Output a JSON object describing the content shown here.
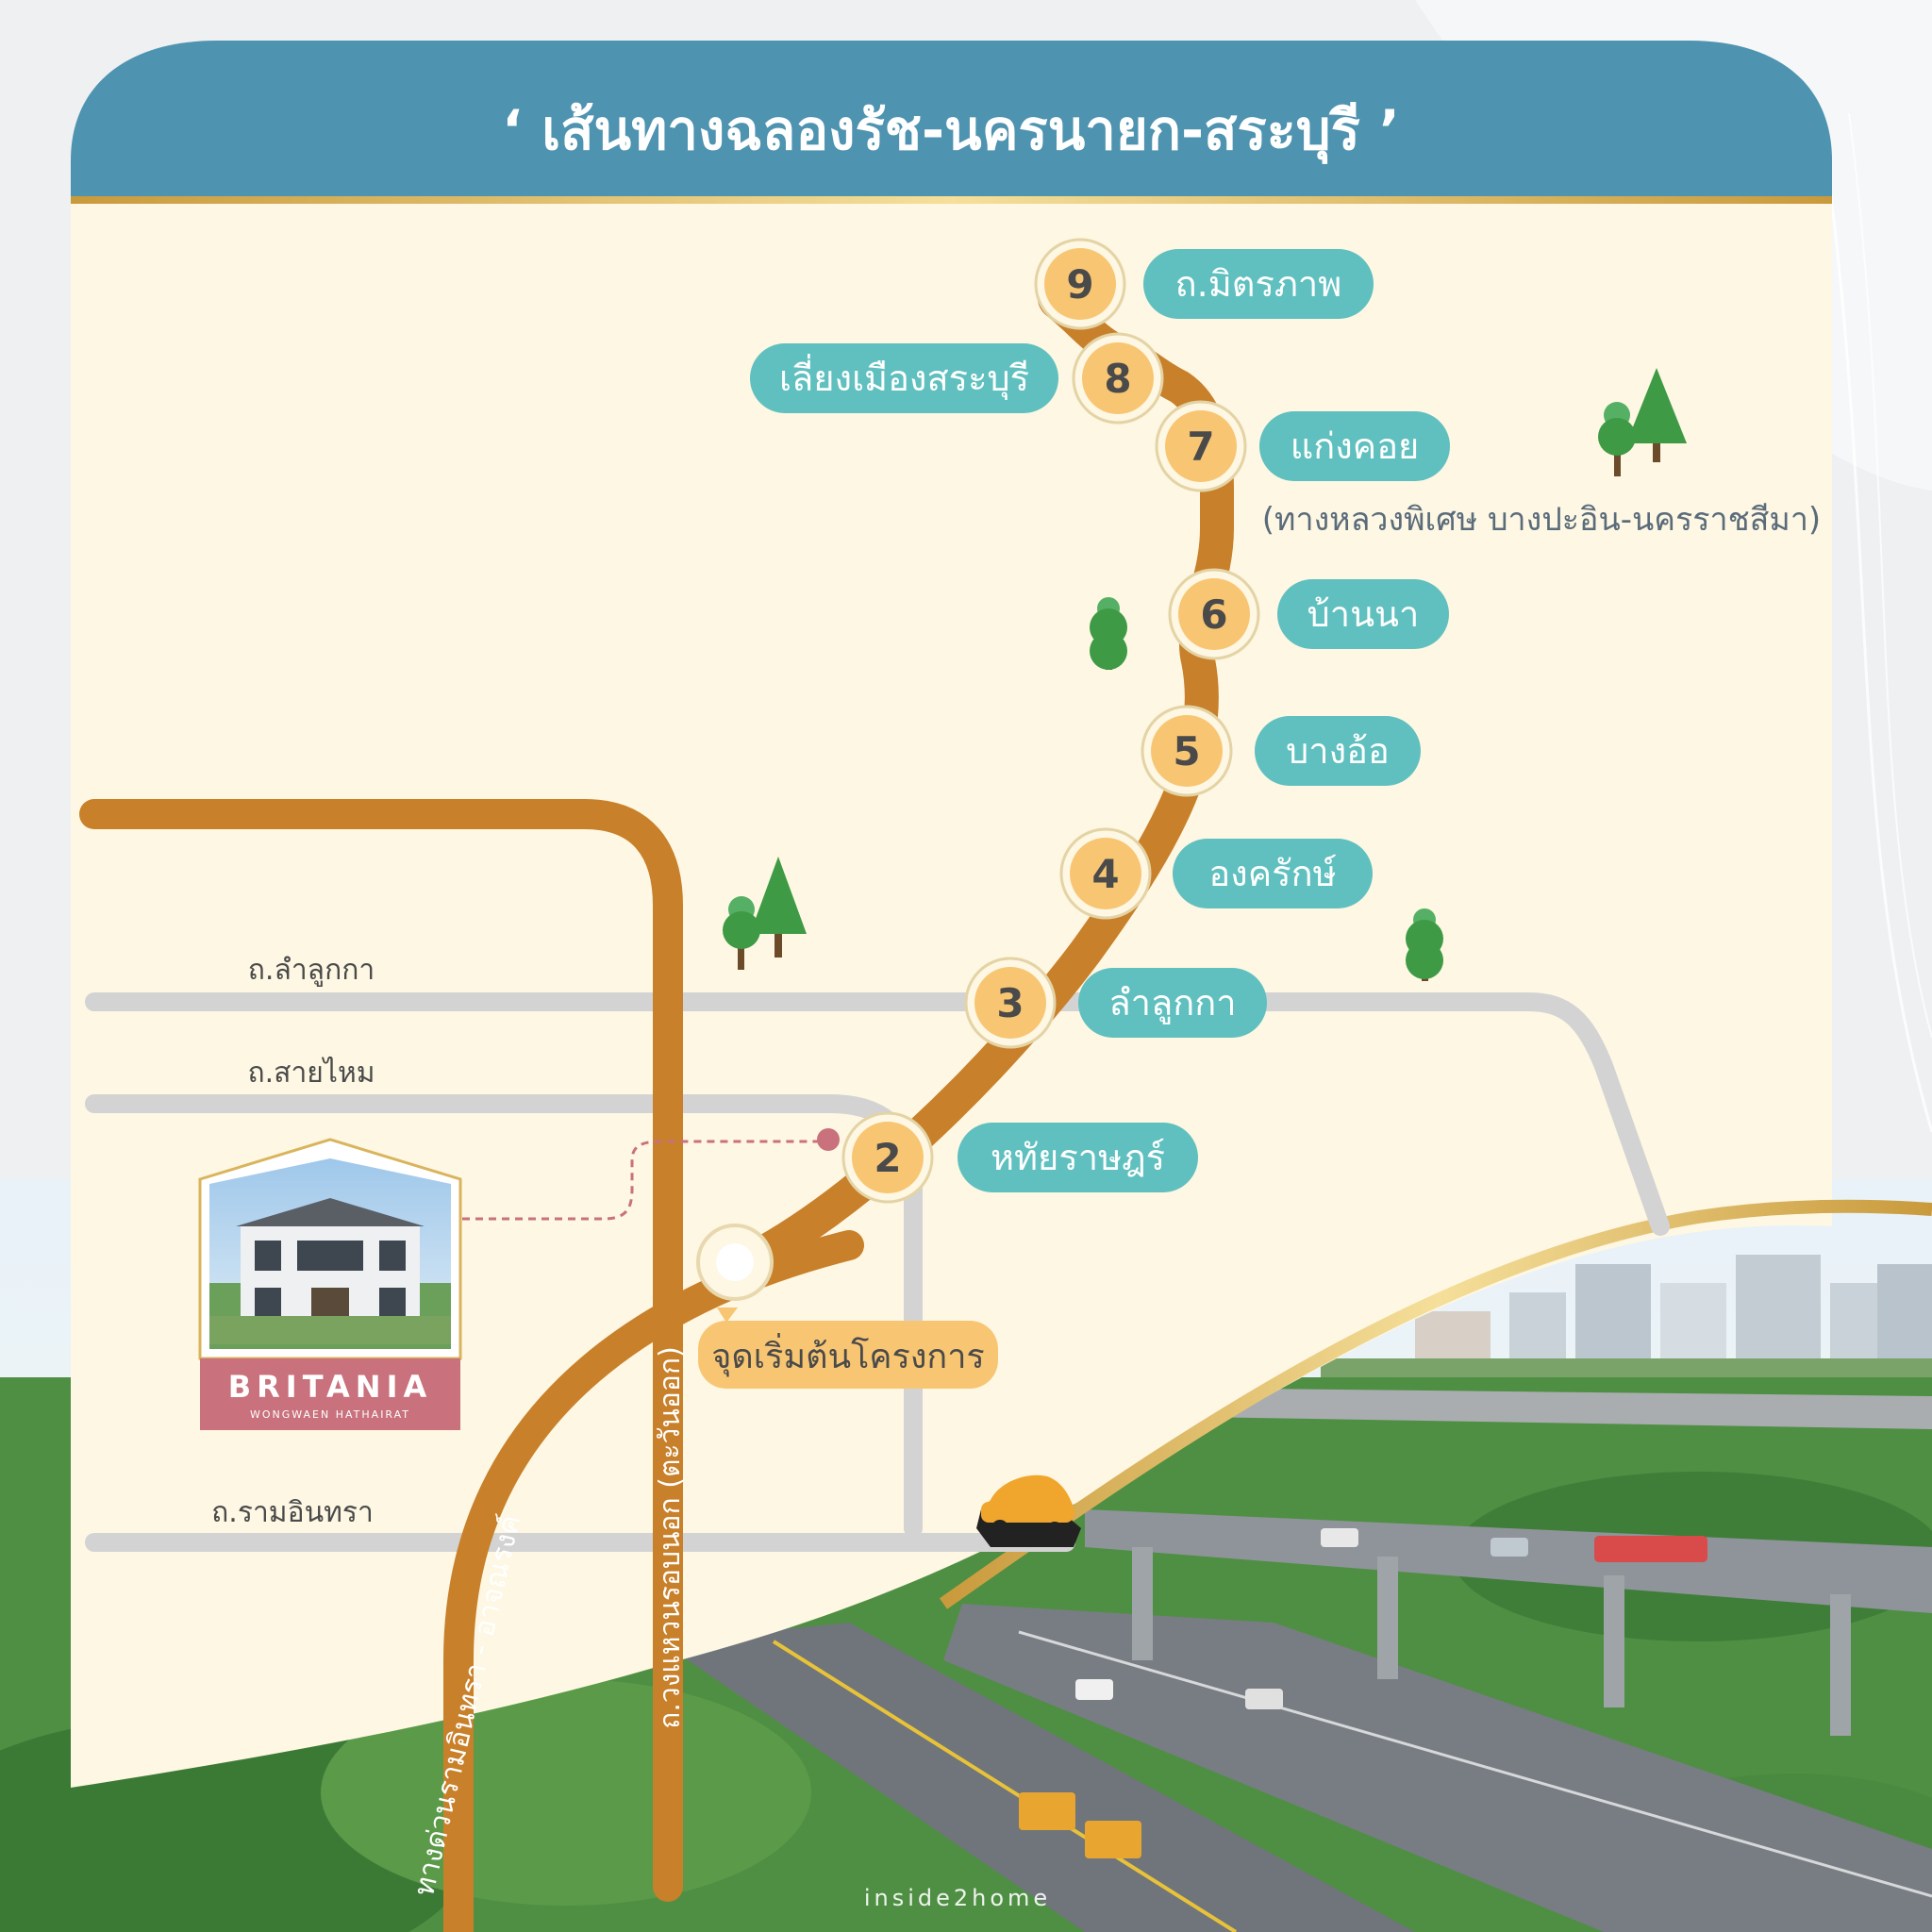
{
  "title": "‘ เส้นทางฉลองรัช-นครนายก-สระบุรี ’",
  "stations": [
    {
      "number": "2",
      "name": "หทัยราษฎร์"
    },
    {
      "number": "3",
      "name": "ลำลูกกา"
    },
    {
      "number": "4",
      "name": "องครักษ์"
    },
    {
      "number": "5",
      "name": "บางอ้อ"
    },
    {
      "number": "6",
      "name": "บ้านนา"
    },
    {
      "number": "7",
      "name": "แก่งคอย"
    },
    {
      "number": "8",
      "name": "เลี่ยงเมืองสระบุรี"
    },
    {
      "number": "9",
      "name": "ถ.มิตรภาพ"
    }
  ],
  "motorway_note": "(ทางหลวงพิเศษ บางปะอิน-นครราชสีมา)",
  "start_point_label": "จุดเริ่มต้นโครงการ",
  "roads": {
    "lamlukka": "ถ.ลำลูกกา",
    "saimai": "ถ.สายไหม",
    "ramintra": "ถ.รามอินทรา",
    "expressway": "ทางด่วนรามอินทรา - อาจณรงค์",
    "ring_road": "ถ.วงแหวนรอบนอก (ตะวันออก)"
  },
  "project": {
    "brand": "BRITANIA",
    "sub": "WONGWAEN HATHAIRAT"
  },
  "watermark": "inside2home",
  "colors": {
    "route": "#c8802a",
    "header": "#4e93b0",
    "pill": "#5fc0bf",
    "marker": "#f8c673",
    "map_bg": "#fdf7e3",
    "minor_road": "#d3d3d3",
    "project_pink": "#c9717c",
    "gold": "#d9b45c"
  },
  "icons": [
    "pine-tree-icon",
    "round-tree-icon",
    "car-icon",
    "house-photo"
  ]
}
